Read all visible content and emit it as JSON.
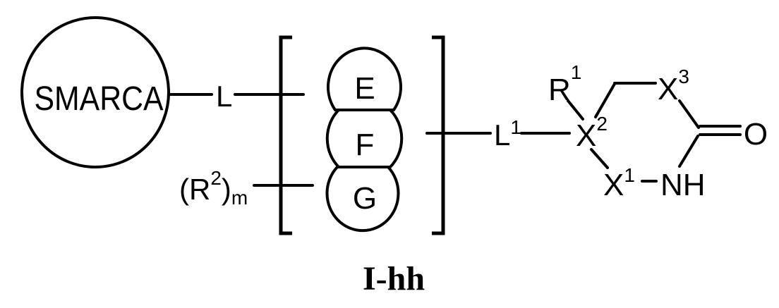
{
  "figure": {
    "compound_label": "I-hh",
    "smarca_label": "SMARCA",
    "linker_label": "L",
    "r2_group": {
      "open": "(R",
      "sup": "2",
      "close": ")",
      "sub": "m"
    },
    "ring_labels": {
      "e": "E",
      "f": "F",
      "g": "G"
    },
    "linker1": {
      "base": "L",
      "sup": "1"
    },
    "r1": {
      "base": "R",
      "sup": "1"
    },
    "x2": {
      "base": "X",
      "sup": "2"
    },
    "x3": {
      "base": "X",
      "sup": "3"
    },
    "x1": {
      "base": "X",
      "sup": "1"
    },
    "nh_label": "NH",
    "oxygen_label": "O"
  },
  "colors": {
    "ink": "#000000",
    "background": "#ffffff"
  }
}
